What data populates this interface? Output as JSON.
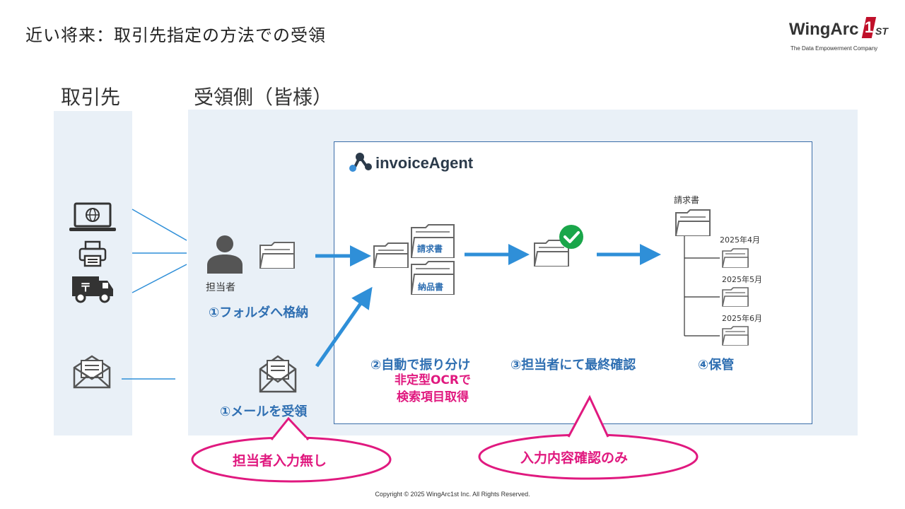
{
  "title": "近い将来：取引先指定の方法での受領",
  "logo": {
    "main": "WingArc",
    "one": "1",
    "st": "ST",
    "tagline": "The Data Empowerment Company"
  },
  "columns": {
    "partner": "取引先",
    "receiver": "受領側（皆様）"
  },
  "invoice_agent": {
    "name": "invoiceAgent"
  },
  "person_label": "担当者",
  "steps": {
    "folder_store": "①フォルダへ格納",
    "mail_receive": "①メールを受領",
    "auto_sort": "②自動で振り分け",
    "auto_sort_sub1": "非定型OCRで",
    "auto_sort_sub2": "検索項目取得",
    "final_check": "③担当者にて最終確認",
    "storage": "④保管"
  },
  "documents": {
    "invoice": "請求書",
    "delivery": "納品書"
  },
  "archive": {
    "root": "請求書",
    "months": [
      "2025年4月",
      "2025年5月",
      "2025年6月"
    ]
  },
  "callouts": {
    "no_input": "担当者入力無し",
    "check_only": "入力内容確認のみ"
  },
  "copyright": "Copyright © 2025 WingArc1st Inc.  All Rights Reserved.",
  "colors": {
    "arrow": "#2f8fd8",
    "step_text": "#2f6fb2",
    "highlight": "#e0197f",
    "panel": "#e9f0f7",
    "check": "#1aa64a"
  }
}
